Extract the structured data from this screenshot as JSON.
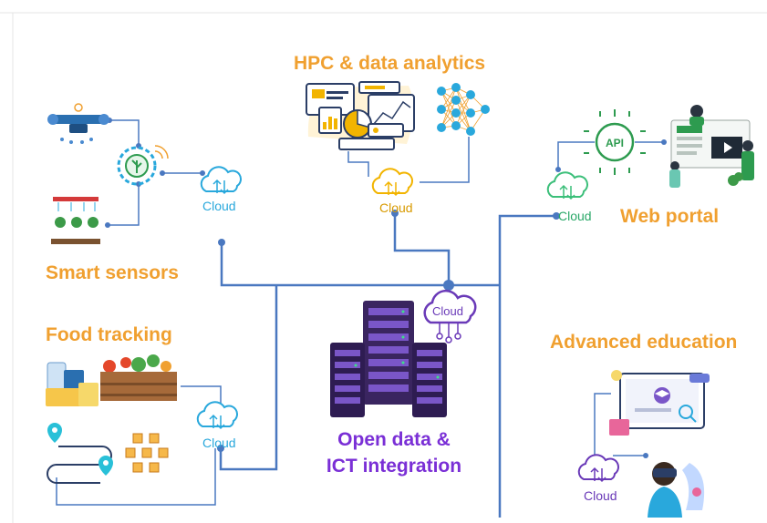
{
  "title": "HPC & data analytics",
  "sections": {
    "smart_sensors": "Smart sensors",
    "food_tracking": "Food tracking",
    "web_portal": "Web portal",
    "advanced_education": "Advanced education",
    "open_data": [
      "Open data &",
      "ICT integration"
    ]
  },
  "clouds": {
    "sensors": "Cloud",
    "hpc": "Cloud",
    "web": "Cloud",
    "center": "Cloud",
    "food": "Cloud",
    "education": "Cloud"
  },
  "api_label": "API",
  "colors": {
    "accent_orange": "#f0a030",
    "accent_purple": "#7a2fd6",
    "line_blue": "#4a78c0",
    "cloud_cyan": "#29a8dc",
    "cloud_yellow": "#f2b400",
    "cloud_green": "#3cbf7a",
    "cloud_purple": "#6a3ab8"
  }
}
